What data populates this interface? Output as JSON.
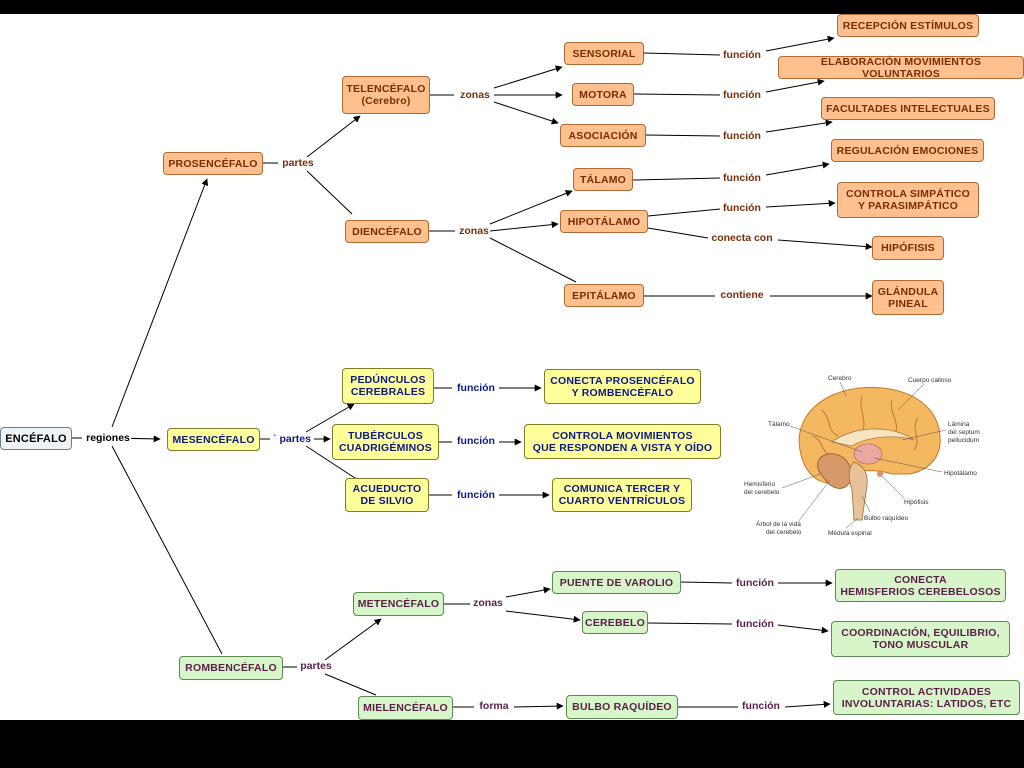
{
  "nodes": {
    "encefalo": "ENCÉFALO",
    "prosencefalo": "PROSENCÉFALO",
    "mesencefalo": "MESENCÉFALO",
    "rombencefalo": "ROMBENCÉFALO",
    "telencefalo": "TELENCÉFALO\n(Cerebro)",
    "diencefalo": "DIENCÉFALO",
    "sensorial": "SENSORIAL",
    "motora": "MOTORA",
    "asociacion": "ASOCIACIÓN",
    "recepcion": "RECEPCIÓN ESTÍMULOS",
    "elaboracion": "ELABORACIÓN MOVIMIENTOS VOLUNTARIOS",
    "facultades": "FACULTADES INTELECTUALES",
    "talamo": "TÁLAMO",
    "hipotalamo": "HIPOTÁLAMO",
    "epitalamo": "EPITÁLAMO",
    "regulacion": "REGULACIÓN EMOCIONES",
    "controla_simpatico": "CONTROLA SIMPÁTICO\nY PARASIMPÁTICO",
    "hipofisis": "HIPÓFISIS",
    "glandula": "GLÁNDULA\nPINEAL",
    "pedunculos": "PEDÚNCULOS\nCEREBRALES",
    "tuberculos": "TUBÉRCULOS\nCUADRIGÉMINOS",
    "acueducto": "ACUEDUCTO\nDE SILVIO",
    "conecta_pros": "CONECTA PROSENCÉFALO\nY ROMBENCÉFALO",
    "controla_mov": "CONTROLA MOVIMIENTOS\nQUE RESPONDEN A VISTA Y OÍDO",
    "comunica": "COMUNICA TERCER Y\nCUARTO VENTRÍCULOS",
    "metencefalo": "METENCÉFALO",
    "mielencefalo": "MIELENCÉFALO",
    "puente": "PUENTE DE VAROLIO",
    "cerebelo": "CEREBELO",
    "bulbo": "BULBO RAQUÍDEO",
    "conecta_hem": "CONECTA\nHEMISFERIOS CEREBELOSOS",
    "coordinacion": "COORDINACIÓN, EQUILIBRIO,\nTONO MUSCULAR",
    "control_act": "CONTROL ACTIVIDADES\nINVOLUNTARIAS: LATIDOS, ETC"
  },
  "links": {
    "regiones": "regiones",
    "partes_pros": "partes",
    "partes_mes": "` partes",
    "partes_romb": "partes",
    "zonas_tel": "zonas",
    "zonas_die": "zonas",
    "zonas_met": "zonas",
    "funcion": "función",
    "conecta_con": "conecta con",
    "contiene": "contiene",
    "forma": "forma"
  },
  "brain_labels": {
    "cerebro": "Cerebro",
    "cuerpo_calloso": "Cuerpo calloso",
    "talamo": "Tálamo",
    "lamina1": "Lámina",
    "lamina2": "del septum",
    "lamina3": "pellucidum",
    "hipotalamo": "Hipotálamo",
    "hemisferio1": "Hemisferio",
    "hemisferio2": "del cerebelo",
    "hipofisis": "Hipófisis",
    "arbol1": "Árbol de la vida",
    "arbol2": "del cerebelo",
    "bulbo": "Bulbo raquídeo",
    "medula": "Médula espinal"
  },
  "colors": {
    "prosencefalo_fill": "#fdc08e",
    "mesencefalo_fill": "#ffff99",
    "rombencefalo_fill": "#d6f5c8"
  }
}
